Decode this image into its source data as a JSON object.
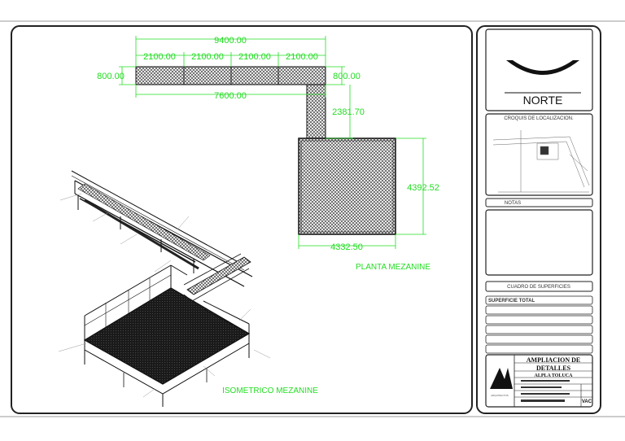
{
  "plan": {
    "dim_total": "9400.00",
    "dim_seg_1": "2100.00",
    "dim_seg_2": "2100.00",
    "dim_seg_3": "2100.00",
    "dim_seg_4": "2100.00",
    "dim_left_width": "800.00",
    "dim_right_width": "800.00",
    "dim_bottom": "7600.00",
    "dim_drop": "2381.70",
    "dim_square_height": "4392.52",
    "dim_square_width": "4332.50",
    "caption": "PLANTA MEZANINE"
  },
  "isometric": {
    "caption": "ISOMETRICO MEZANINE"
  },
  "titleblock": {
    "north_label": "NORTE",
    "location_title": "CROQUIS DE LOCALIZACION.",
    "notes_title": "NOTAS",
    "areas_title": "CUADRO DE SUPERFICIES",
    "areas_row1": "SUPERFICIE TOTAL",
    "project_1": "AMPLIACION DE",
    "project_2": "DETALLES",
    "project_3": "ALPLA TOLUCA",
    "firm_label": "ARQUITECTOS",
    "sheet_code": "VAC",
    "colors": {
      "dimension": "#22dd22",
      "line": "#111111",
      "frame": "#222222"
    }
  }
}
